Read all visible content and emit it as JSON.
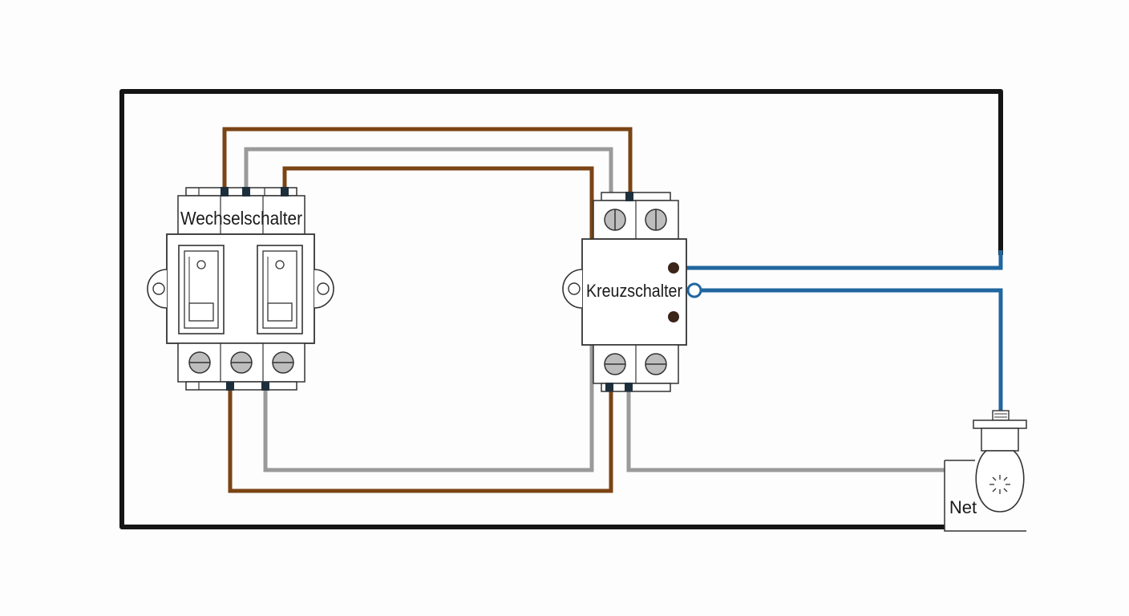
{
  "labels": {
    "two_way_switch": "Wechselschalter",
    "cross_switch": "Kreuzschalter",
    "mains": "Net"
  },
  "colors": {
    "loop_wire": "#151515",
    "brown_wire": "#7a4414",
    "grey_wire": "#9a9a9a",
    "blue_wire": "#2166a0",
    "terminal": "#1e2f3c",
    "screw": "#bdbdbd",
    "cross_dot": "#3b2418"
  },
  "icons": {
    "screw": "screw-terminal-icon",
    "lamp": "light-bulb-icon"
  }
}
